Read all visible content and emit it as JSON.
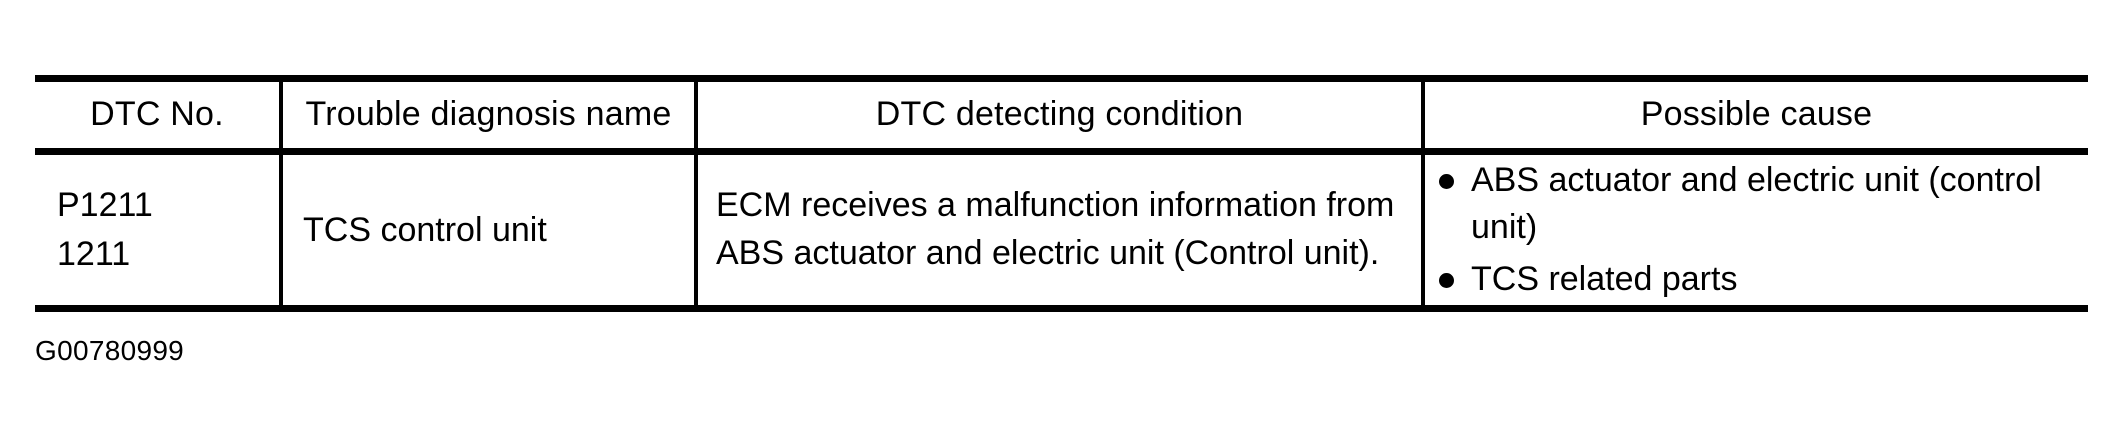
{
  "document": {
    "type": "dtc-diagnostic-table",
    "figure_id": "G00780999"
  },
  "table": {
    "columns": [
      {
        "key": "dtc_no",
        "header": "DTC No."
      },
      {
        "key": "name",
        "header": "Trouble diagnosis name"
      },
      {
        "key": "condition",
        "header": "DTC detecting condition"
      },
      {
        "key": "cause",
        "header": "Possible cause"
      }
    ],
    "rows": [
      {
        "dtc_no": {
          "lines": [
            "P1211",
            "1211"
          ]
        },
        "name": "TCS control unit",
        "condition": {
          "text": "ECM receives a malfunction information from ABS actuator and electric unit (Control unit).",
          "lines": [
            "ECM receives a malfunction information from",
            "ABS actuator and electric unit (Control unit)."
          ]
        },
        "cause": {
          "bullets": [
            {
              "text": "ABS actuator and electric unit (control unit)",
              "lines": [
                "ABS actuator and electric unit (control",
                "unit)"
              ]
            },
            {
              "text": "TCS related parts",
              "lines": [
                "TCS related parts"
              ]
            }
          ]
        }
      }
    ]
  },
  "style": {
    "text_color": "#000000",
    "background_color": "#ffffff",
    "rule_color": "#000000"
  }
}
